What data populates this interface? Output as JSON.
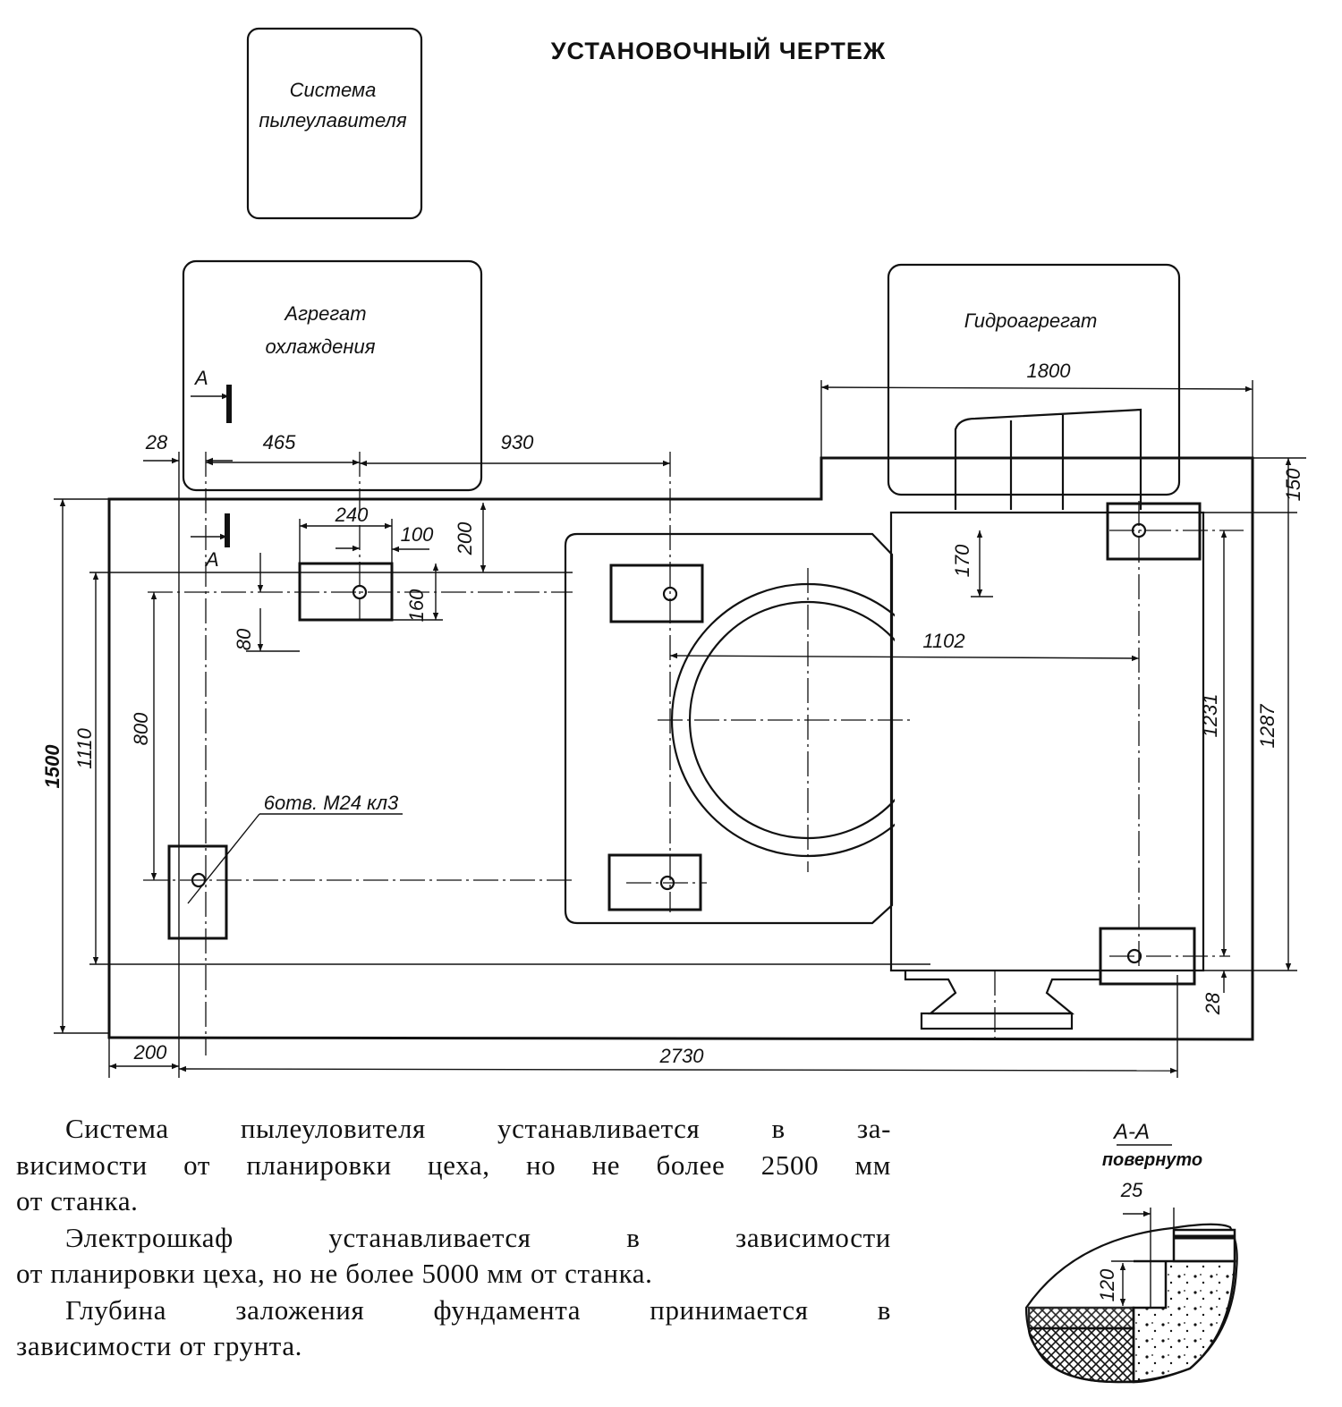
{
  "title": "УСТАНОВОЧНЫЙ ЧЕРТЕЖ",
  "units": {
    "dust": [
      "Система",
      "пылеулавителя"
    ],
    "cooling": [
      "Агрегат",
      "охлаждения"
    ],
    "hydro": "Гидроагрегат"
  },
  "section_marks": [
    "A",
    "A"
  ],
  "dimensions": {
    "d28_top": "28",
    "d465": "465",
    "d930": "930",
    "d1800": "1800",
    "d240": "240",
    "d100": "100",
    "d200_v": "200",
    "d80": "80",
    "d160": "160",
    "d170": "170",
    "d1102": "1102",
    "d1231": "1231",
    "d1287": "1287",
    "d150": "150",
    "d28_right": "28",
    "d200_bottom": "200",
    "d2730": "2730",
    "d1500": "1500",
    "d1110": "1110",
    "d800": "800"
  },
  "holes_note": "6отв. M24 кл3",
  "section": {
    "title": "A-A",
    "subtitle": "повернуто",
    "d25": "25",
    "d120": "120"
  },
  "notes": [
    [
      "Система пылеуловителя  устанавливается в за-",
      "висимости от планировки цеха, но не более 2500 мм",
      "от станка."
    ],
    [
      "Электрошкаф  устанавливается  в зависимости",
      "от планировки цеха, но не более 5000 мм от станка."
    ],
    [
      "Глубина заложения фундамента принимается в",
      "зависимости от грунта."
    ]
  ]
}
